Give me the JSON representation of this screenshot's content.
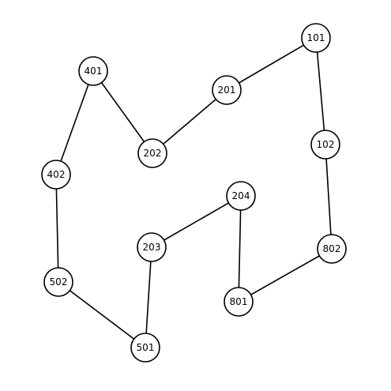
{
  "diagram": {
    "nodes": [
      {
        "id": "101",
        "label": "101"
      },
      {
        "id": "102",
        "label": "102"
      },
      {
        "id": "201",
        "label": "201"
      },
      {
        "id": "202",
        "label": "202"
      },
      {
        "id": "203",
        "label": "203"
      },
      {
        "id": "204",
        "label": "204"
      },
      {
        "id": "401",
        "label": "401"
      },
      {
        "id": "402",
        "label": "402"
      },
      {
        "id": "501",
        "label": "501"
      },
      {
        "id": "502",
        "label": "502"
      },
      {
        "id": "801",
        "label": "801"
      },
      {
        "id": "802",
        "label": "802"
      }
    ],
    "edges": [
      {
        "from": "101",
        "to": "201"
      },
      {
        "from": "101",
        "to": "102"
      },
      {
        "from": "201",
        "to": "202"
      },
      {
        "from": "202",
        "to": "401"
      },
      {
        "from": "401",
        "to": "402"
      },
      {
        "from": "402",
        "to": "502"
      },
      {
        "from": "502",
        "to": "501"
      },
      {
        "from": "501",
        "to": "203"
      },
      {
        "from": "203",
        "to": "204"
      },
      {
        "from": "204",
        "to": "801"
      },
      {
        "from": "801",
        "to": "802"
      },
      {
        "from": "802",
        "to": "102"
      }
    ]
  }
}
